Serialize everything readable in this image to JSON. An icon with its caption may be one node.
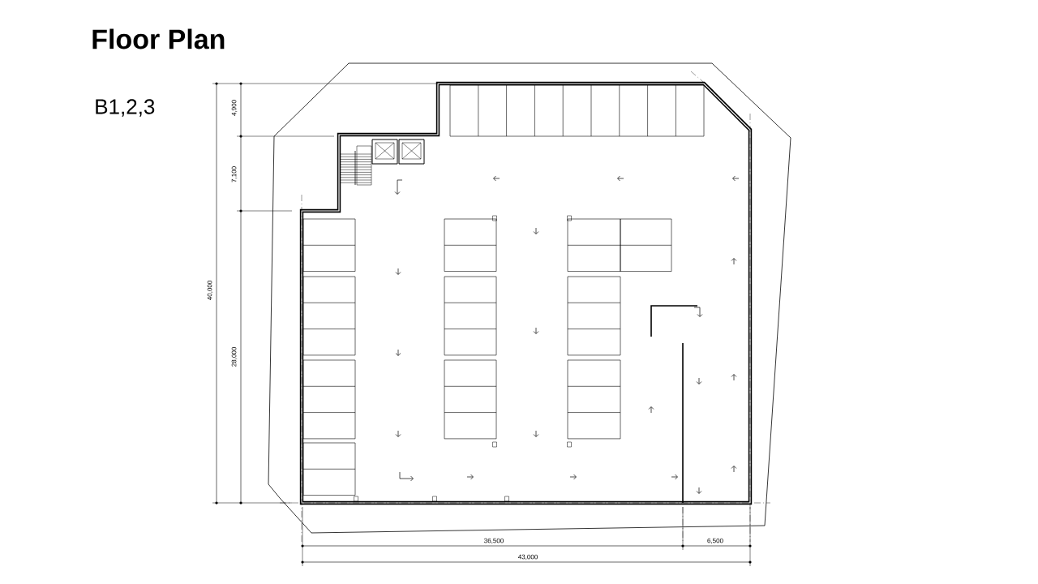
{
  "diagram": {
    "title": "Floor Plan",
    "labels": [
      "B1,2,3",
      "4,900",
      "7,100",
      "40,000",
      "28,000",
      "36,500",
      "6,500",
      "43,000"
    ]
  }
}
